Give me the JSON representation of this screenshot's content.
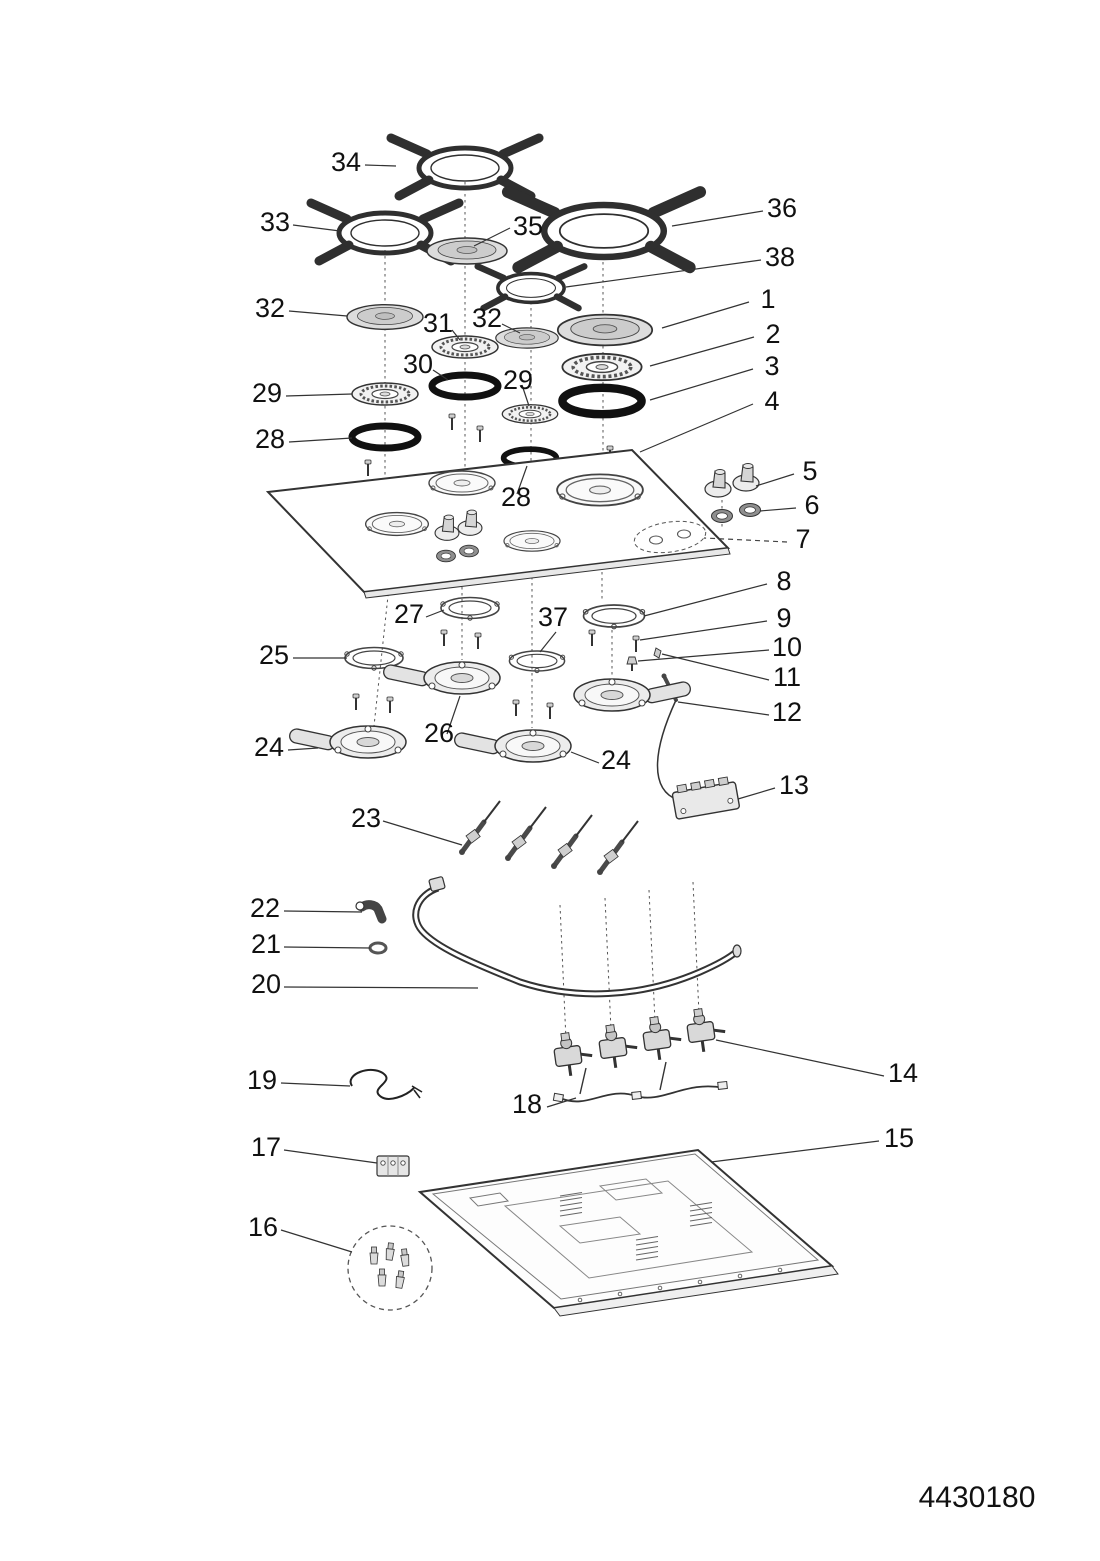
{
  "document_code": "4430180",
  "callouts": {
    "n1": "1",
    "n2": "2",
    "n3": "3",
    "n4": "4",
    "n5": "5",
    "n6": "6",
    "n7": "7",
    "n8": "8",
    "n9": "9",
    "n10": "10",
    "n11": "11",
    "n12": "12",
    "n13": "13",
    "n14": "14",
    "n15": "15",
    "n16": "16",
    "n17": "17",
    "n18": "18",
    "n19": "19",
    "n20": "20",
    "n21": "21",
    "n22": "22",
    "n23": "23",
    "n24a": "24",
    "n24b": "24",
    "n25": "25",
    "n26": "26",
    "n27": "27",
    "n28a": "28",
    "n28b": "28",
    "n29a": "29",
    "n29b": "29",
    "n30": "30",
    "n31": "31",
    "n32a": "32",
    "n32b": "32",
    "n33": "33",
    "n34": "34",
    "n35": "35",
    "n36": "36",
    "n37": "37",
    "n38": "38"
  },
  "colors": {
    "line": "#2b2b2b",
    "metal_light": "#e6e6e6",
    "metal_mid": "#cfcfcf",
    "seal_black": "#111111",
    "background": "#ffffff"
  }
}
